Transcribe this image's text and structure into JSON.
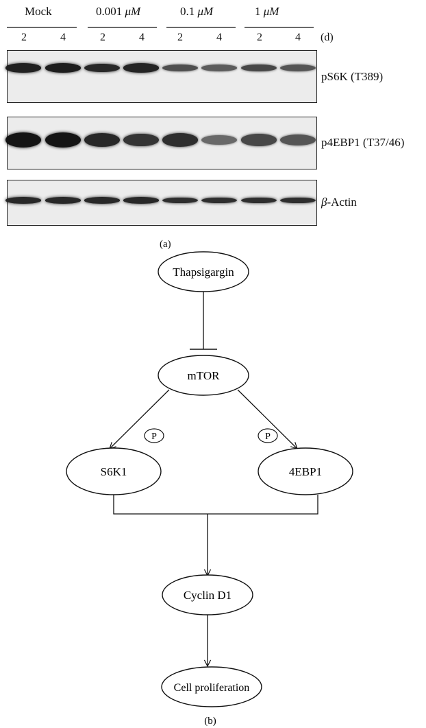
{
  "panel_a": {
    "groups": [
      {
        "value": "Mock",
        "unit": ""
      },
      {
        "value": "0.001 ",
        "unit": "μM"
      },
      {
        "value": "0.1 ",
        "unit": "μM"
      },
      {
        "value": "1 ",
        "unit": "μM"
      }
    ],
    "times": [
      "2",
      "4",
      "2",
      "4",
      "2",
      "4",
      "2",
      "4"
    ],
    "time_unit": "(d)",
    "blots": [
      {
        "label_prefix": "",
        "label_main": "pS6K (T389)",
        "intensity": [
          0.9,
          0.92,
          0.85,
          0.88,
          0.55,
          0.45,
          0.6,
          0.5
        ]
      },
      {
        "label_prefix": "",
        "label_main": "p4EBP1 (T37/46)",
        "intensity": [
          1.0,
          1.0,
          0.85,
          0.75,
          0.8,
          0.35,
          0.6,
          0.5
        ]
      },
      {
        "label_prefix": "β",
        "label_main": "-Actin",
        "intensity": [
          0.85,
          0.85,
          0.85,
          0.85,
          0.8,
          0.8,
          0.8,
          0.8
        ]
      }
    ],
    "caption": "(a)"
  },
  "panel_b": {
    "nodes": {
      "thapsigargin": "Thapsigargin",
      "mtor": "mTOR",
      "s6k1": "S6K1",
      "ebp1": "4EBP1",
      "cyclin": "Cyclin D1",
      "prolif": "Cell proliferation"
    },
    "phospho_left": "P",
    "phospho_right": "P",
    "caption": "(b)"
  }
}
